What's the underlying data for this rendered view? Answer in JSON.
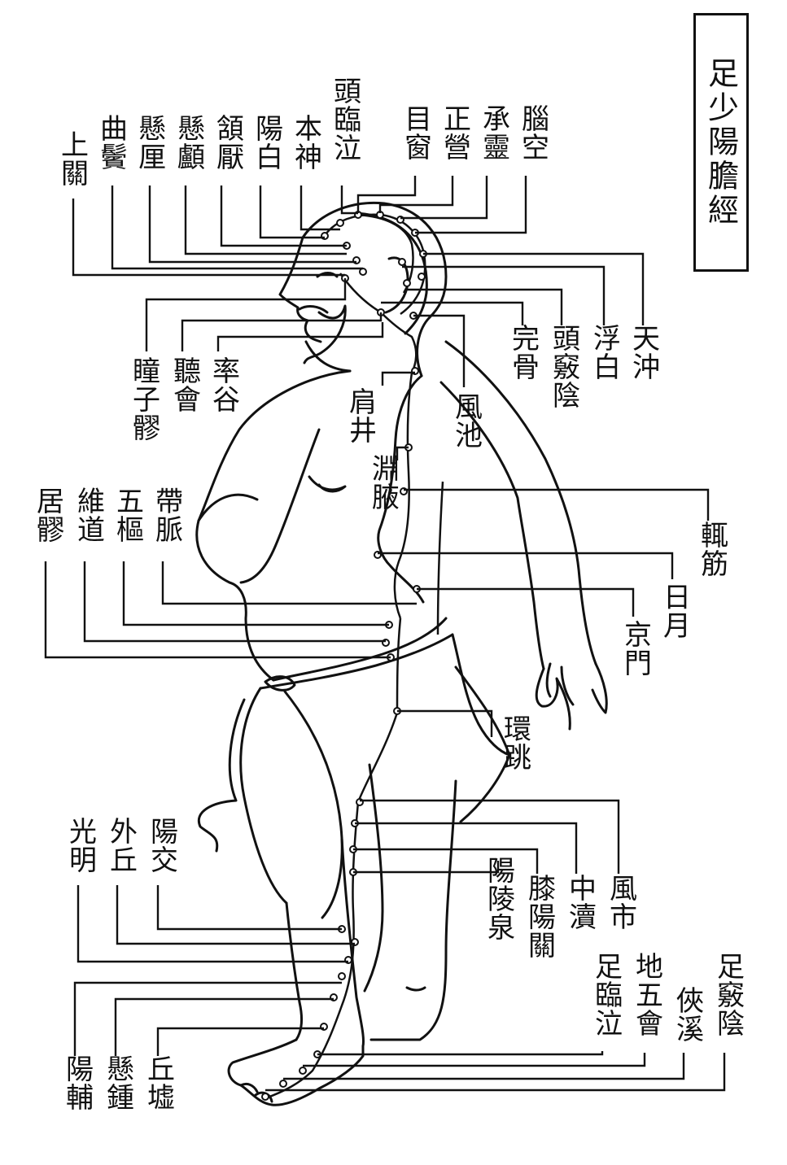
{
  "title": "足少陽膽經",
  "points": {
    "p01": "上關",
    "p02": "曲鬢",
    "p03": "懸厘",
    "p04": "懸顱",
    "p05": "頷厭",
    "p06": "陽白",
    "p07": "本神",
    "p08": "頭臨泣",
    "p09": "目窗",
    "p10": "正營",
    "p11": "承靈",
    "p12": "腦空",
    "p13": "天沖",
    "p14": "浮白",
    "p15": "頭竅陰",
    "p16": "完骨",
    "p17": "瞳子髎",
    "p18": "聽會",
    "p19": "率谷",
    "p20": "肩井",
    "p21": "風池",
    "p22": "淵腋",
    "p23": "輒筋",
    "p24": "日月",
    "p25": "京門",
    "p26": "居髎",
    "p27": "維道",
    "p28": "五樞",
    "p29": "帶脈",
    "p30": "環跳",
    "p31": "風市",
    "p32": "中瀆",
    "p33": "膝陽關",
    "p34": "陽陵泉",
    "p35": "陽交",
    "p36": "外丘",
    "p37": "光明",
    "p38": "陽輔",
    "p39": "懸鍾",
    "p40": "丘墟",
    "p41": "足臨泣",
    "p42": "地五會",
    "p43": "俠溪",
    "p44": "足竅陰"
  }
}
